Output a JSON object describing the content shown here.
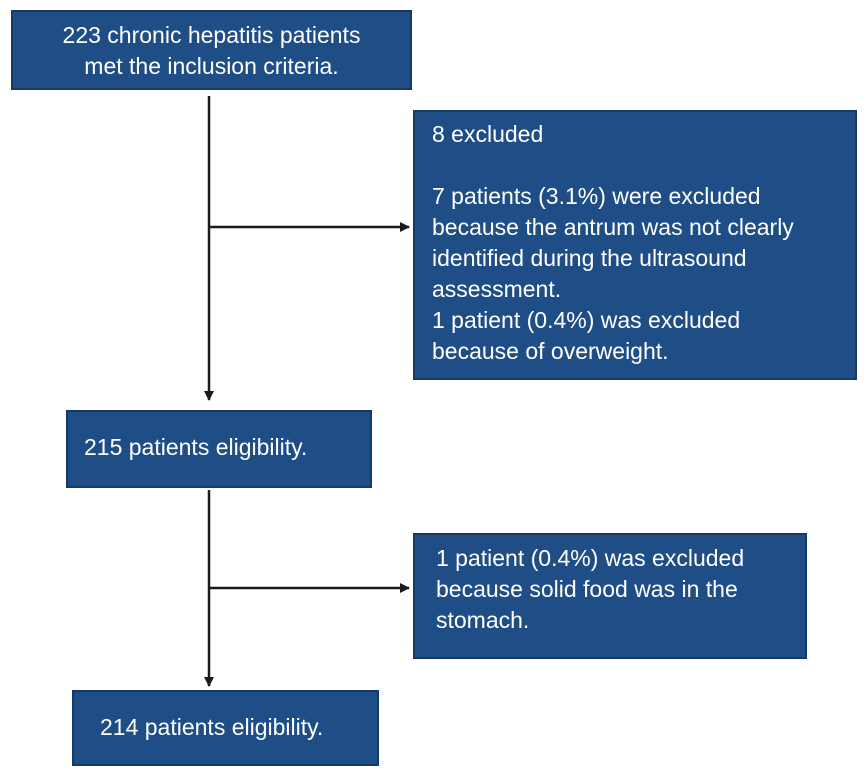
{
  "boxes": {
    "top": {
      "line1": "223 chronic hepatitis patients",
      "line2": "met the inclusion criteria."
    },
    "exclusion1": {
      "title": "8 excluded",
      "line1": "7 patients (3.1%) were excluded",
      "line2": "because the antrum was not clearly",
      "line3": "identified during the ultrasound",
      "line4": "assessment.",
      "line5": "1 patient (0.4%) was excluded",
      "line6": "because of overweight."
    },
    "eligible_215": {
      "text": "215 patients eligibility."
    },
    "exclusion2": {
      "line1": "1 patient (0.4%) was excluded",
      "line2": "because solid food was in the",
      "line3": "stomach."
    },
    "eligible_214": {
      "text": "214 patients eligibility."
    }
  },
  "colors": {
    "box_fill": "#1f4e87",
    "box_border": "#163a66",
    "text": "#ffffff",
    "arrow": "#1a1a1a"
  }
}
